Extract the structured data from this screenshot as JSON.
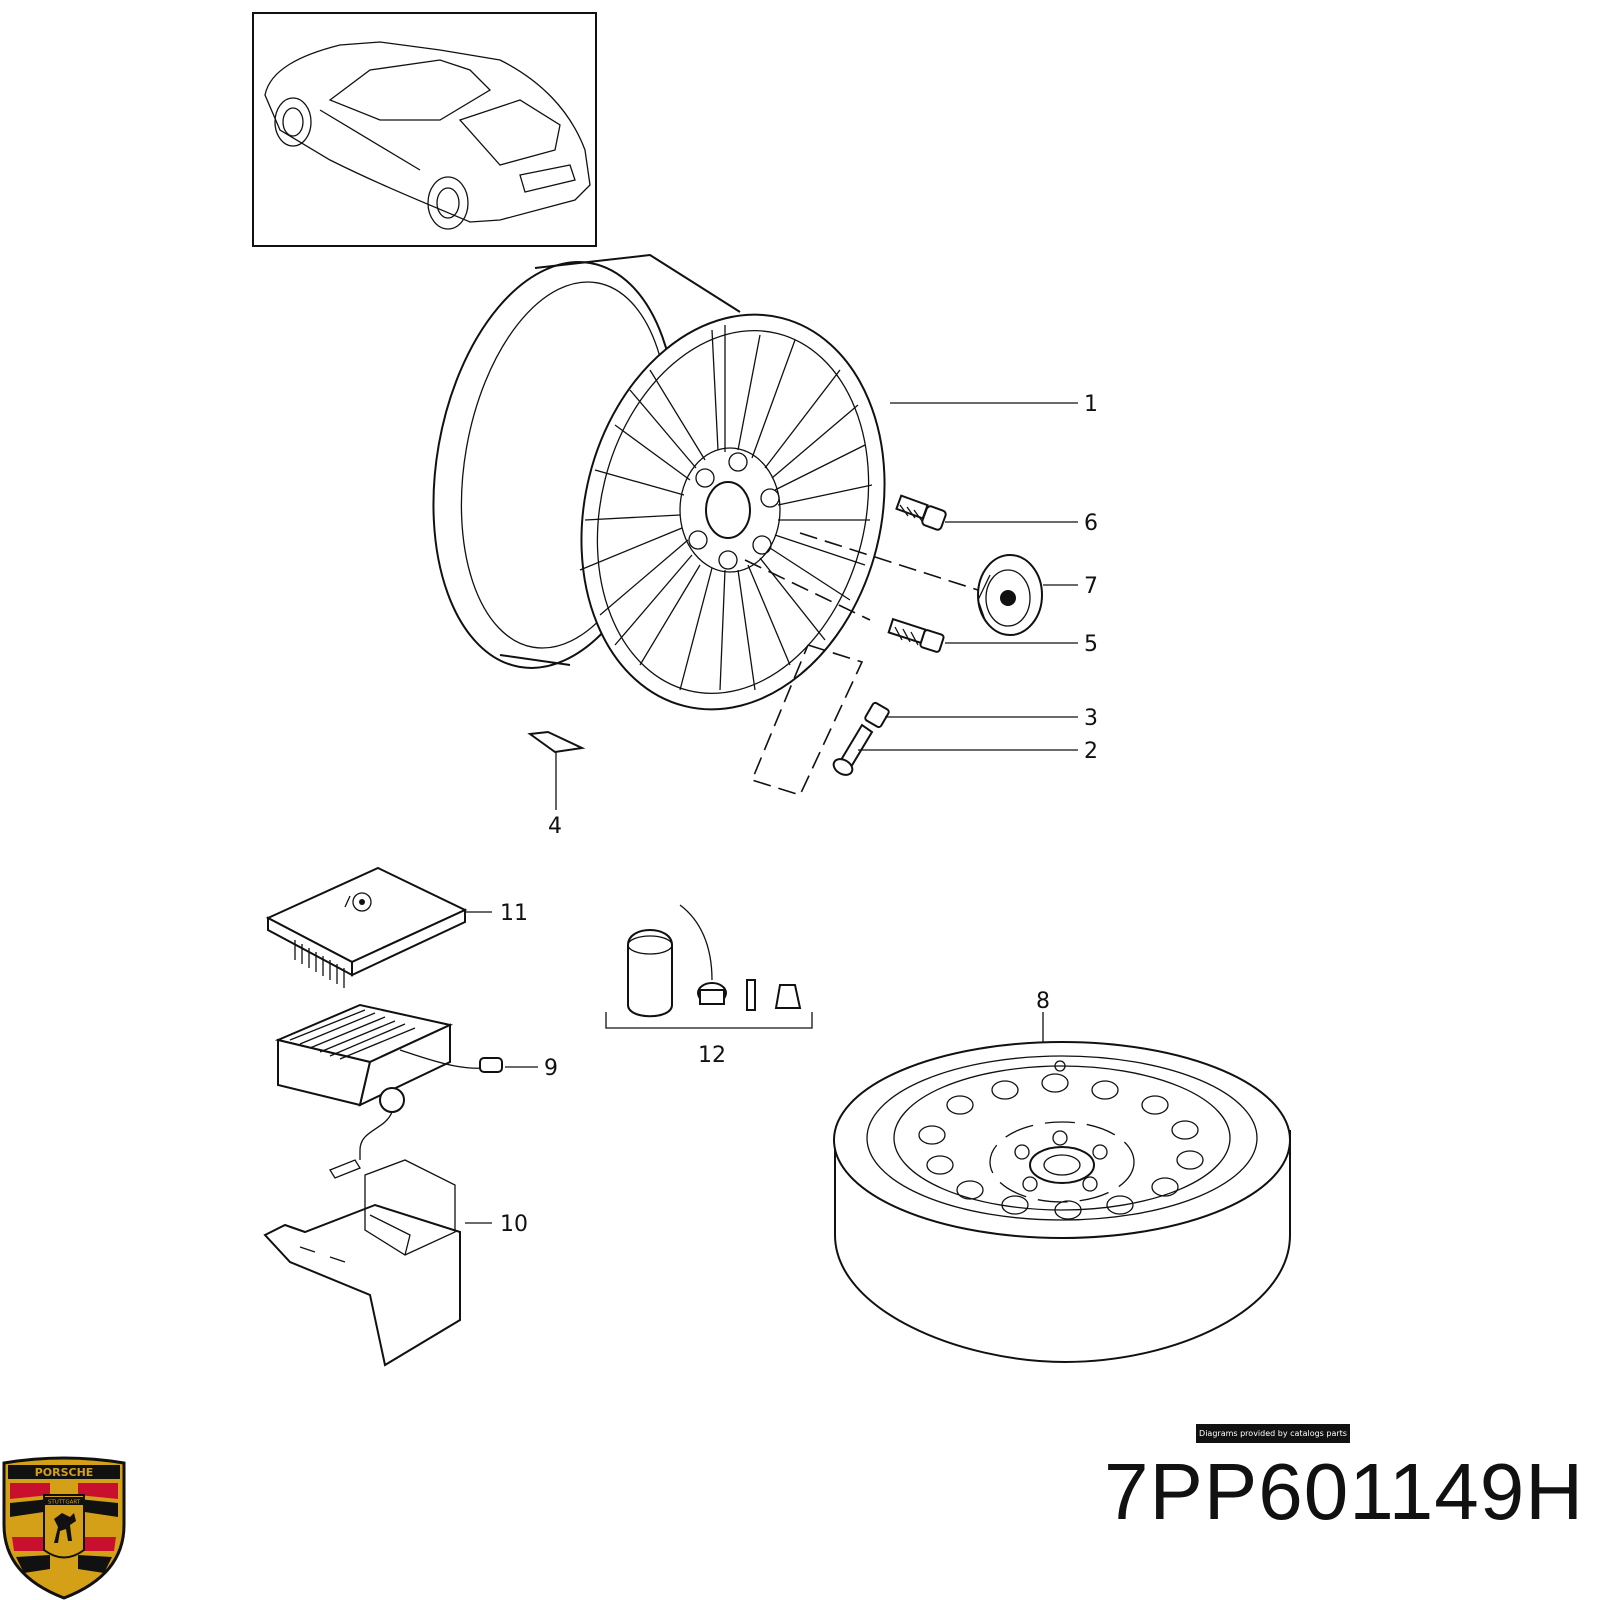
{
  "callouts": [
    {
      "id": "1",
      "label": "1"
    },
    {
      "id": "2",
      "label": "2"
    },
    {
      "id": "3",
      "label": "3"
    },
    {
      "id": "4",
      "label": "4"
    },
    {
      "id": "5",
      "label": "5"
    },
    {
      "id": "6",
      "label": "6"
    },
    {
      "id": "7",
      "label": "7"
    },
    {
      "id": "8",
      "label": "8"
    },
    {
      "id": "9",
      "label": "9"
    },
    {
      "id": "10",
      "label": "10"
    },
    {
      "id": "11",
      "label": "11"
    },
    {
      "id": "12",
      "label": "12"
    }
  ],
  "credit_text": "Diagrams provided by catalogs parts",
  "part_number": "7PP601149H",
  "logo": {
    "brand": "PORSCHE",
    "city": "STUTTGART",
    "colors": {
      "gold": "#d4a017",
      "red": "#c8102e",
      "black": "#111111"
    }
  }
}
